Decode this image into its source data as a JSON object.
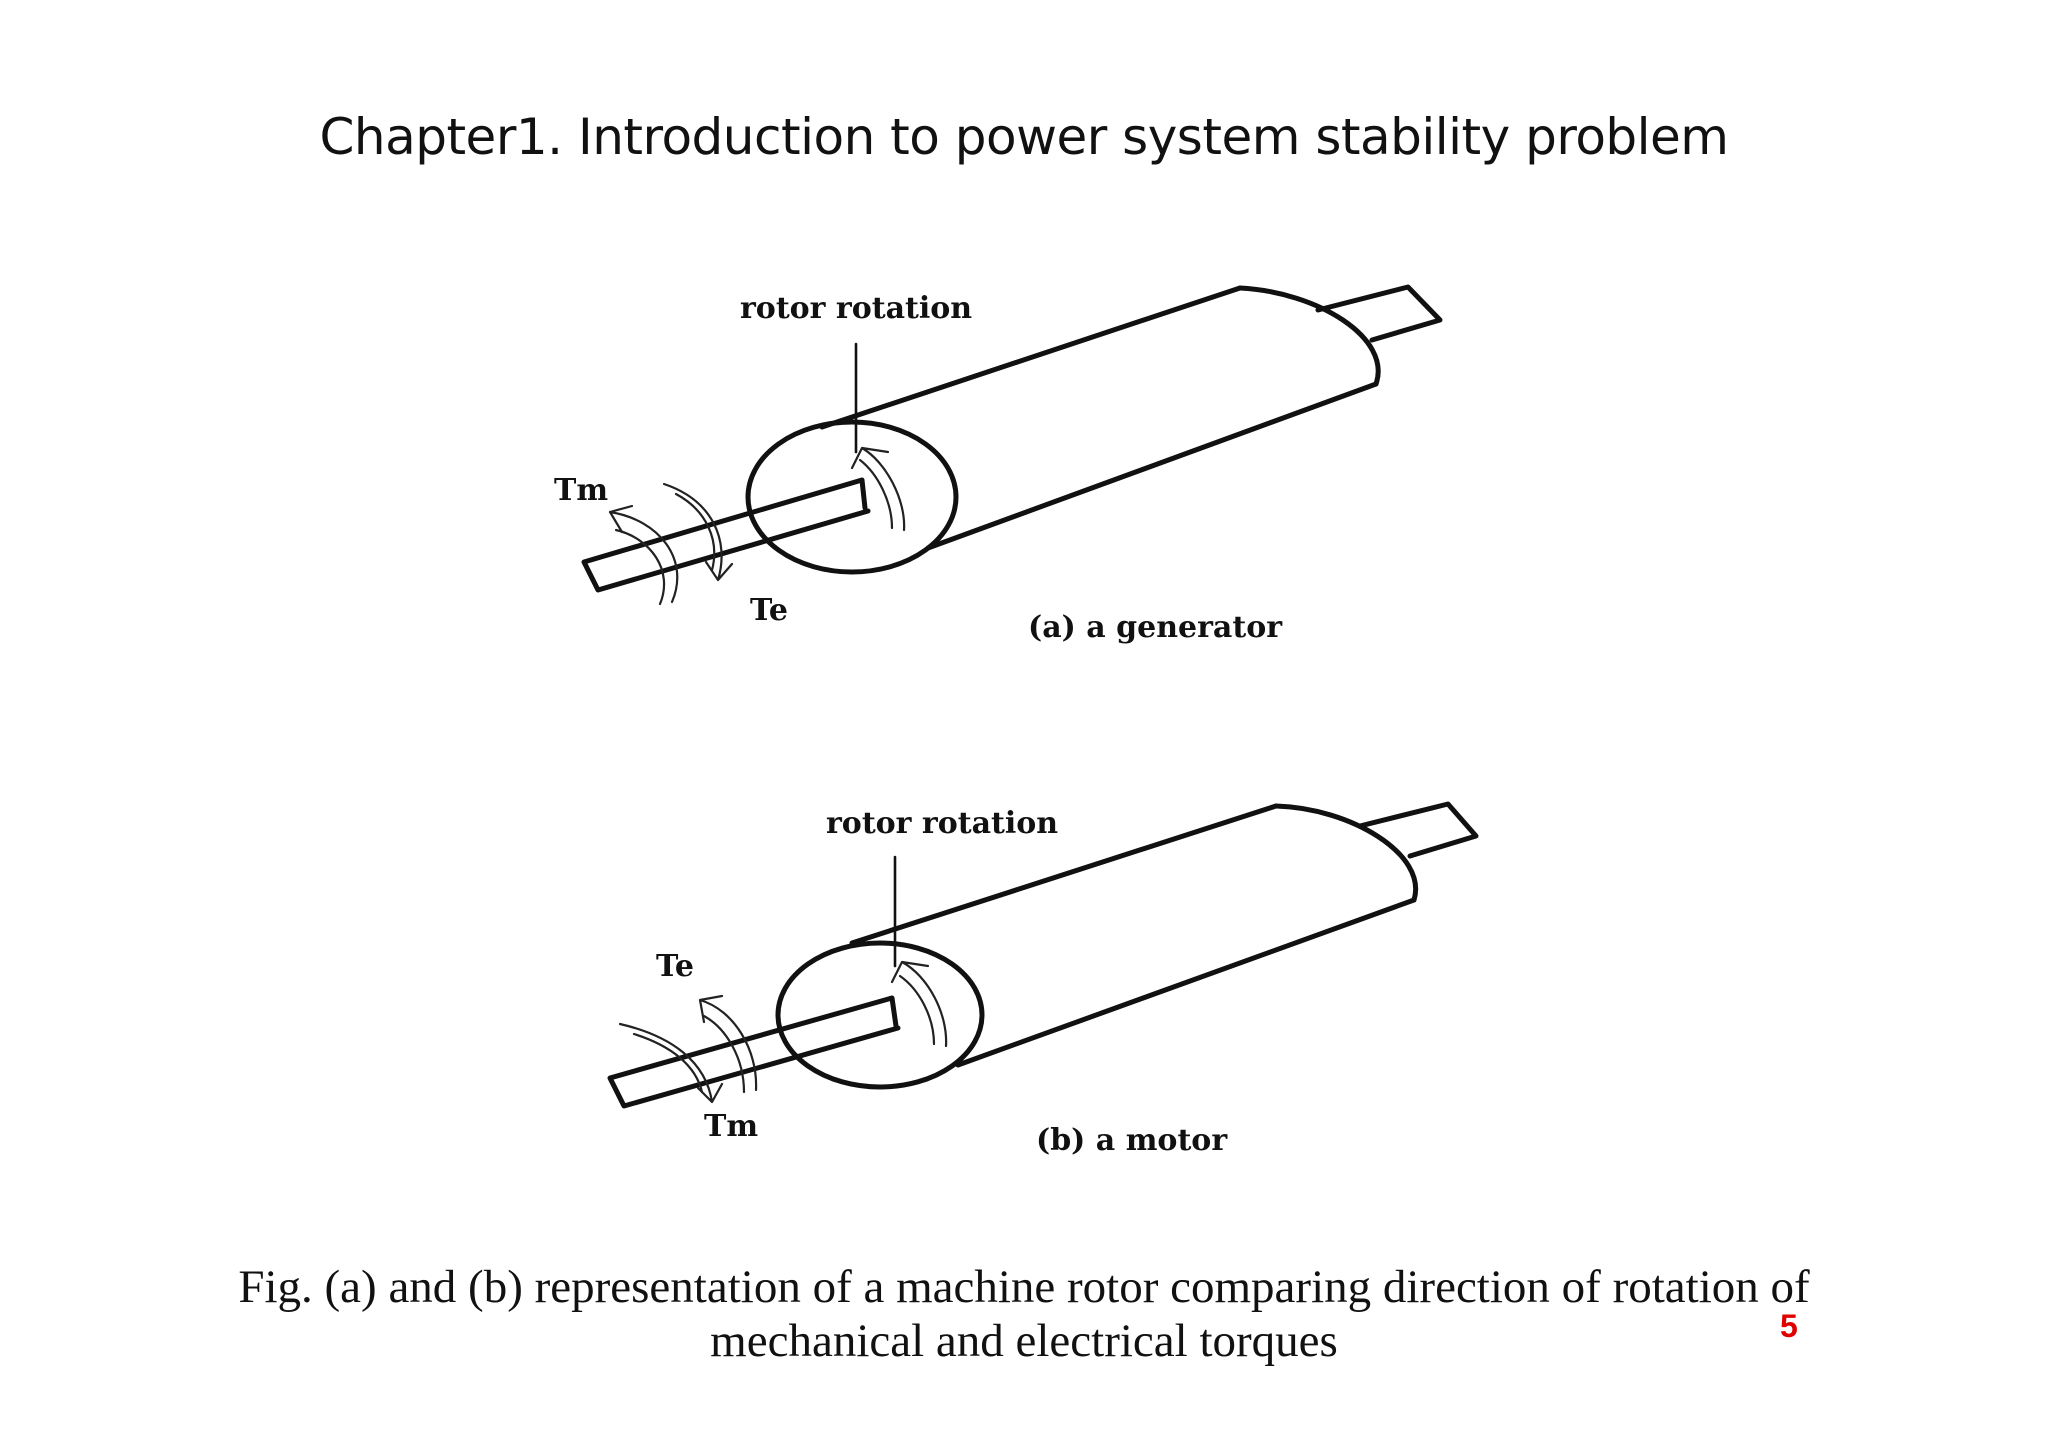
{
  "slide": {
    "title": "Chapter1. Introduction to power system stability problem",
    "page_number": "5",
    "page_number_color": "#e00000"
  },
  "diagram": {
    "generator": {
      "rotor_rotation_label": "rotor rotation",
      "top_torque_label": "Tm",
      "bottom_torque_label": "Te",
      "caption": "(a) a generator"
    },
    "motor": {
      "rotor_rotation_label": "rotor rotation",
      "top_torque_label": "Te",
      "bottom_torque_label": "Tm",
      "caption": "(b) a motor"
    }
  },
  "caption": {
    "line1": "Fig. (a) and (b) representation of a machine rotor comparing direction of rotation of",
    "line2": "mechanical and electrical torques"
  }
}
